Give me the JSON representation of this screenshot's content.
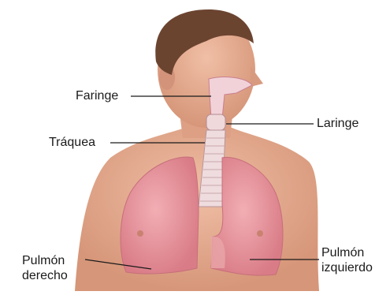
{
  "labels": {
    "faringe": "Faringe",
    "traquea": "Tráquea",
    "laringe": "Laringe",
    "pulmon_derecho": [
      "Pulmón",
      "derecho"
    ],
    "pulmon_izquierdo": [
      "Pulmón",
      "izquierdo"
    ]
  },
  "colors": {
    "background": "#ffffff",
    "skin": "#e2a98f",
    "skin_shadow": "#c98a70",
    "hair": "#6b4430",
    "lung": "#e7929a",
    "lung_dark": "#c96f7a",
    "airway": "#f1d2d8",
    "leader_line": "#1a1a1a"
  }
}
